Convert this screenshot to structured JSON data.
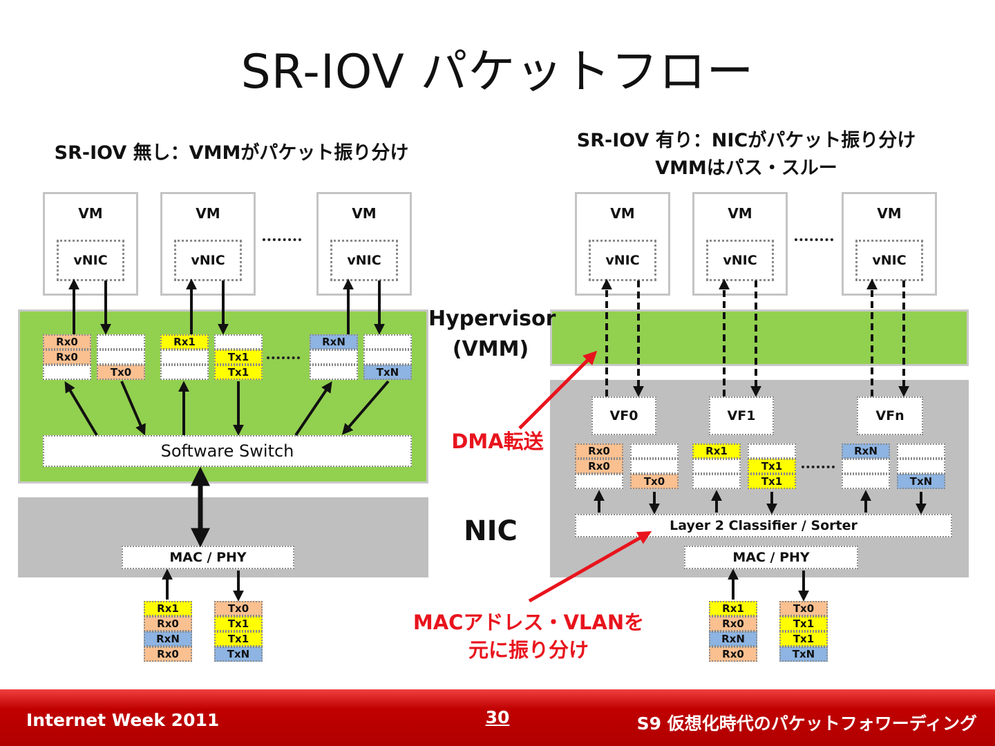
{
  "title": "SR-IOV パケットフロー",
  "left": {
    "heading": "SR-IOV 無し：VMMがパケット振り分け",
    "vm_label": "VM",
    "vnic_label": "vNIC",
    "switch_label": "Software Switch",
    "mac_label": "MAC / PHY",
    "queues": [
      {
        "rx": [
          "Rx0",
          "Rx0",
          ""
        ],
        "tx": [
          "",
          "",
          "Tx0"
        ]
      },
      {
        "rx": [
          "Rx1",
          "",
          ""
        ],
        "tx": [
          "",
          "Tx1",
          "Tx1"
        ]
      },
      {
        "rx": [
          "RxN",
          "",
          ""
        ],
        "tx": [
          "",
          "",
          "TxN"
        ]
      }
    ],
    "wire_rx": [
      "Rx1",
      "Rx0",
      "RxN",
      "Rx0"
    ],
    "wire_tx": [
      "Tx0",
      "Tx1",
      "Tx1",
      "TxN"
    ]
  },
  "right": {
    "heading_line1": "SR-IOV 有り：NICがパケット振り分け",
    "heading_line2": "VMMはパス・スルー",
    "vm_label": "VM",
    "vnic_label": "vNIC",
    "vf_labels": [
      "VF0",
      "VF1",
      "VFn"
    ],
    "classifier_label": "Layer 2 Classifier / Sorter",
    "mac_label": "MAC / PHY",
    "queues": [
      {
        "rx": [
          "Rx0",
          "Rx0",
          ""
        ],
        "tx": [
          "",
          "",
          "Tx0"
        ]
      },
      {
        "rx": [
          "Rx1",
          "",
          ""
        ],
        "tx": [
          "",
          "Tx1",
          "Tx1"
        ]
      },
      {
        "rx": [
          "RxN",
          "",
          ""
        ],
        "tx": [
          "",
          "",
          "TxN"
        ]
      }
    ],
    "wire_rx": [
      "Rx1",
      "Rx0",
      "RxN",
      "Rx0"
    ],
    "wire_tx": [
      "Tx0",
      "Tx1",
      "Tx1",
      "TxN"
    ]
  },
  "labels": {
    "hypervisor_line1": "Hypervisor",
    "hypervisor_line2": "(VMM)",
    "nic": "NIC",
    "dma_transfer": "DMA転送",
    "mac_vlan_line1": "MACアドレス・VLANを",
    "mac_vlan_line2": "元に振り分け"
  },
  "footer": {
    "left": "Internet Week 2011",
    "page": "30",
    "right": "S9 仮想化時代のパケットフォワーディング"
  },
  "colors": {
    "green": "#92d050",
    "gray": "#bfbfbf",
    "rx0": "#fac090",
    "yellow": "#ffff00",
    "blue": "#8db4e2",
    "red": "#e8141d",
    "footer": "#c00000"
  }
}
